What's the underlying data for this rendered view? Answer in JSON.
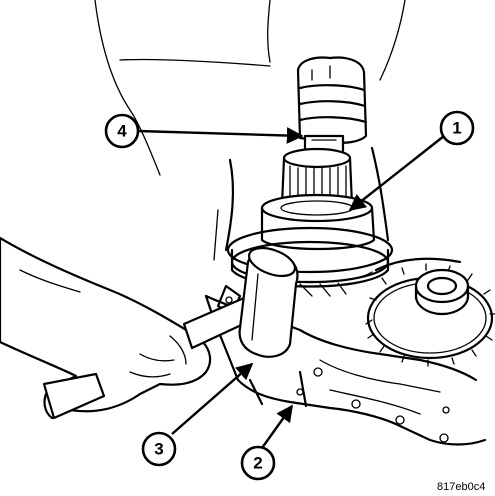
{
  "callouts": [
    {
      "label": "1"
    },
    {
      "label": "2"
    },
    {
      "label": "3"
    },
    {
      "label": "4"
    }
  ],
  "reference_code": "817eb0c4",
  "colors": {
    "line": "#000000",
    "background": "#ffffff"
  }
}
